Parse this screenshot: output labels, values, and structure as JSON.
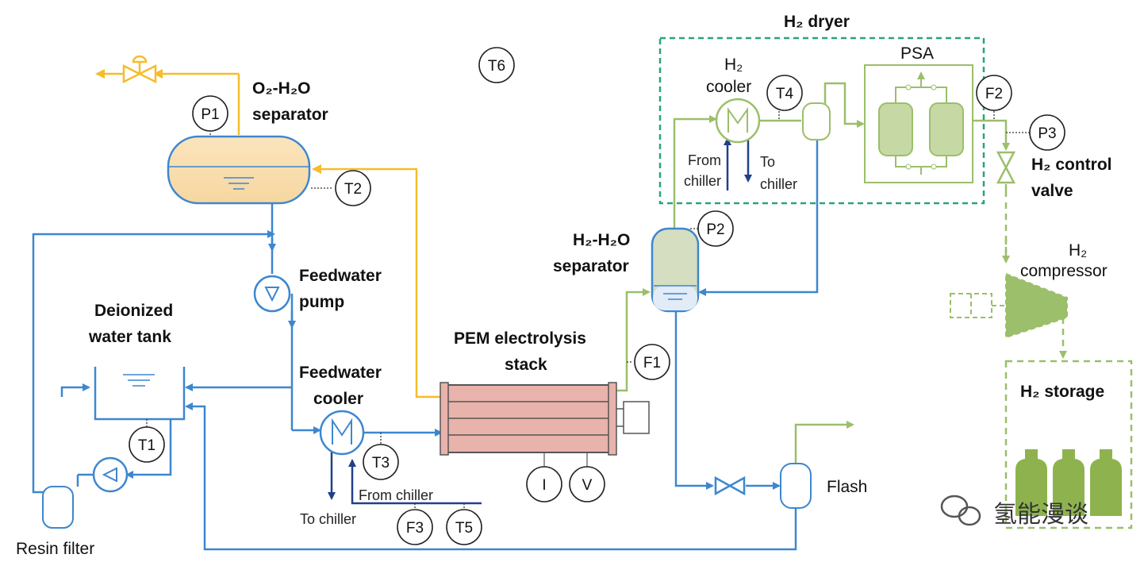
{
  "labels": {
    "o2_sep_1": "O₂-H₂O",
    "o2_sep_2": "separator",
    "feed_pump_1": "Feedwater",
    "feed_pump_2": "pump",
    "di_tank_1": "Deionized",
    "di_tank_2": "water tank",
    "feed_cooler_1": "Feedwater",
    "feed_cooler_2": "cooler",
    "stack_1": "PEM electrolysis",
    "stack_2": "stack",
    "h2_sep_1": "H₂-H₂O",
    "h2_sep_2": "separator",
    "h2_dryer": "H₂ dryer",
    "h2_cooler_1": "H₂",
    "h2_cooler_2": "cooler",
    "psa": "PSA",
    "from_chiller_top_1": "From",
    "from_chiller_top_2": "chiller",
    "to_chiller_top_1": "To",
    "to_chiller_top_2": "chiller",
    "h2_valve_1": "H₂ control",
    "h2_valve_2": "valve",
    "h2_comp_1": "H₂",
    "h2_comp_2": "compressor",
    "h2_storage": "H₂ storage",
    "flash": "Flash",
    "resin": "Resin filter",
    "to_chiller_bottom": "To chiller",
    "from_chiller_bottom": "From chiller"
  },
  "sensors": {
    "P1": "P1",
    "P2": "P2",
    "P3": "P3",
    "T1": "T1",
    "T2": "T2",
    "T3": "T3",
    "T4": "T4",
    "T5": "T5",
    "T6": "T6",
    "F1": "F1",
    "F2": "F2",
    "F3": "F3",
    "I": "I",
    "V": "V"
  },
  "watermark": "氢能漫谈",
  "colors": {
    "water": "#3d87cf",
    "chiller": "#22408a",
    "oxygen": "#f5bd2a",
    "hydrogen": "#9bbf6a",
    "stack_fill": "#e8b3ab",
    "dryer_border": "#2aa37a"
  }
}
